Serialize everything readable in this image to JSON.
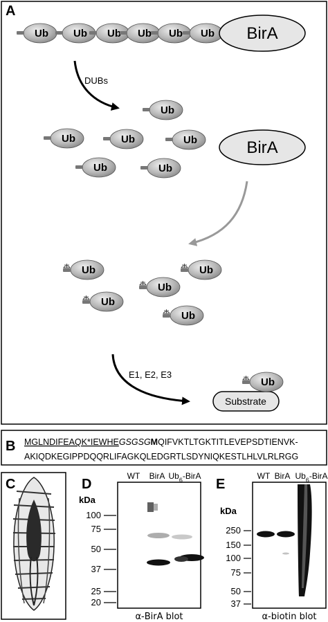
{
  "panels": {
    "a": "A",
    "b": "B",
    "c": "C",
    "d": "D",
    "e": "E"
  },
  "ub_label": "Ub",
  "bira_label": "BirA",
  "arrow_labels": {
    "dubs": "DUBs",
    "e123": "E1, E2, E3"
  },
  "substrate_label": "Substrate",
  "sequence": {
    "line1_underlined": "MGLNDIFEAQK*IEWHE",
    "line1_italic": "GSGSG",
    "line1_bold": "M",
    "line1_rest": "QIFVKTLTGKTITLEVEPSDTIENVK-",
    "line2": "AKIQDKEGIPPDQQRLIFAGKQLEDGRTLSDYNIQKESTLHLVLRLRGG"
  },
  "blot_d": {
    "kda_label": "kDa",
    "lanes": [
      "WT",
      "BirA",
      "Ub6-BirA"
    ],
    "markers": [
      "100",
      "75",
      "50",
      "37",
      "25",
      "20"
    ],
    "caption": "α-BirA blot"
  },
  "blot_e": {
    "kda_label": "kDa",
    "lanes": [
      "WT",
      "BirA",
      "Ub6-BirA"
    ],
    "markers": [
      "250",
      "150",
      "100",
      "75",
      "50",
      "37"
    ],
    "caption": "α-biotin blot"
  },
  "colors": {
    "ub_fill": "#b5b5b5",
    "arrow_gray": "#999999",
    "bira_fill": "#e6e6e6"
  }
}
